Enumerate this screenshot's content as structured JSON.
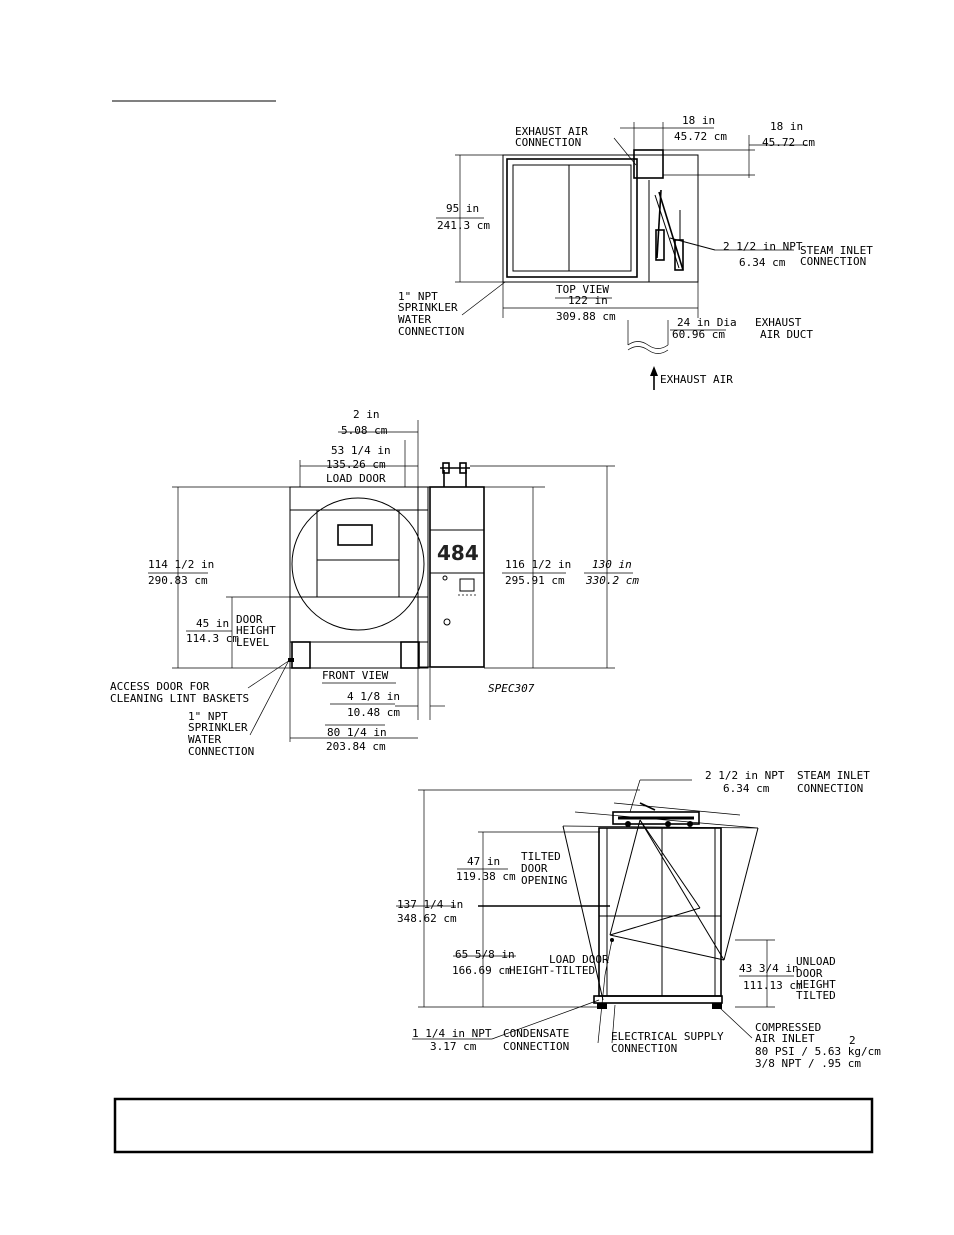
{
  "top_view": {
    "exhaust_air_connection": [
      "EXHAUST AIR",
      "CONNECTION"
    ],
    "dim_duct_width": [
      "18 in",
      "45.72 cm"
    ],
    "dim_duct_offset": [
      "18 in",
      "45.72 cm"
    ],
    "dim_depth": [
      "95 in",
      "241.3 cm"
    ],
    "steam_inlet_size": [
      "2 1/2 in NPT",
      "6.34 cm"
    ],
    "steam_inlet_label": [
      "STEAM INLET",
      "CONNECTION"
    ],
    "view_label": "TOP VIEW",
    "dim_width": [
      "122 in",
      "309.88 cm"
    ],
    "sprinkler_label": [
      "1\" NPT",
      "SPRINKLER",
      "WATER",
      "CONNECTION"
    ],
    "exhaust_duct_size": [
      "24 in Dia",
      "60.96 cm"
    ],
    "exhaust_duct_label": [
      "EXHAUST",
      "AIR DUCT"
    ],
    "exhaust_air_arrow": "EXHAUST AIR"
  },
  "front_view": {
    "dim_gap": [
      "2 in",
      "5.08 cm"
    ],
    "dim_load_door": [
      "53 1/4 in",
      "135.26 cm",
      "LOAD DOOR"
    ],
    "model_number": "484",
    "dim_height_left": [
      "114 1/2 in",
      "290.83 cm"
    ],
    "dim_height_mid": [
      "116 1/2 in",
      "295.91 cm"
    ],
    "dim_height_total": [
      "130 in",
      "330.2 cm"
    ],
    "dim_door_height": [
      "45 in",
      "114.3 cm"
    ],
    "door_height_label": [
      "DOOR",
      "HEIGHT",
      "LEVEL"
    ],
    "view_label": "FRONT VIEW",
    "access_door_label": [
      "ACCESS DOOR FOR",
      "CLEANING LINT BASKETS"
    ],
    "sprinkler_label": [
      "1\" NPT",
      "SPRINKLER",
      "WATER",
      "CONNECTION"
    ],
    "dim_side": [
      "4 1/8 in",
      "10.48 cm"
    ],
    "spec_label": "SPEC307",
    "dim_width": [
      "80 1/4 in",
      "203.84 cm"
    ]
  },
  "side_view": {
    "steam_inlet_size": [
      "2 1/2 in NPT",
      "6.34 cm"
    ],
    "steam_inlet_label": [
      "STEAM INLET",
      "CONNECTION"
    ],
    "dim_tilted_opening": [
      "47 in",
      "119.38 cm"
    ],
    "tilted_opening_label": [
      "TILTED",
      "DOOR",
      "OPENING"
    ],
    "dim_tilted_height": [
      "137 1/4 in",
      "348.62 cm"
    ],
    "dim_load_door_tilted": [
      "65 5/8 in",
      "166.69 cm"
    ],
    "load_door_label": [
      "LOAD DOOR",
      "HEIGHT-TILTED"
    ],
    "dim_unload": [
      "43 3/4 in",
      "111.13 cm"
    ],
    "unload_label": [
      "UNLOAD",
      "DOOR",
      "HEIGHT",
      "TILTED"
    ],
    "condensate_size": [
      "1 1/4 in NPT",
      "3.17 cm"
    ],
    "condensate_label": [
      "CONDENSATE",
      "CONNECTION"
    ],
    "electrical_label": [
      "ELECTRICAL SUPPLY",
      "CONNECTION"
    ],
    "compressed_air_label": [
      "COMPRESSED",
      "AIR INLET",
      "80 PSI / 5.63 kg/cm",
      "3/8 NPT / .95 cm"
    ],
    "compressed_air_sup": "2"
  }
}
